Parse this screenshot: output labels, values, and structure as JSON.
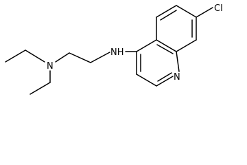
{
  "molecule": {
    "atom_labels": {
      "cl": "Cl",
      "amine_nh": "NH",
      "diethyl_n": "N",
      "ring_n": "N"
    },
    "colors": {
      "bond": "#000000",
      "text": "#000000",
      "background": "#ffffff"
    }
  }
}
